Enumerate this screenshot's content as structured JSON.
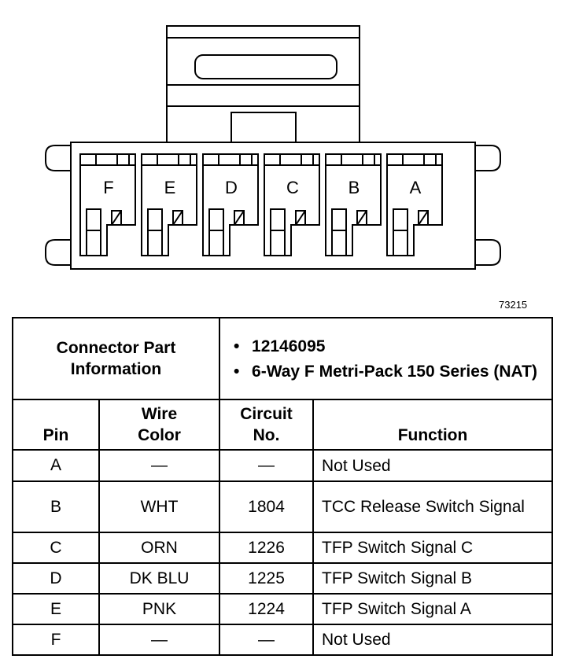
{
  "figure_id": "73215",
  "connector": {
    "cavities": [
      "F",
      "E",
      "D",
      "C",
      "B",
      "A"
    ]
  },
  "table": {
    "part_info_label": "Connector Part Information",
    "part_info_items": [
      "12146095",
      "6-Way F Metri-Pack 150 Series (NAT)"
    ],
    "headers": {
      "pin": "Pin",
      "wire_color": "Wire Color",
      "circuit_no": "Circuit No.",
      "function": "Function"
    },
    "rows": [
      {
        "pin": "A",
        "wire_color": "—",
        "circuit": "—",
        "function": "Not Used"
      },
      {
        "pin": "B",
        "wire_color": "WHT",
        "circuit": "1804",
        "function": "TCC Release Switch Signal"
      },
      {
        "pin": "C",
        "wire_color": "ORN",
        "circuit": "1226",
        "function": "TFP Switch Signal C"
      },
      {
        "pin": "D",
        "wire_color": "DK BLU",
        "circuit": "1225",
        "function": "TFP Switch Signal B"
      },
      {
        "pin": "E",
        "wire_color": "PNK",
        "circuit": "1224",
        "function": "TFP Switch Signal A"
      },
      {
        "pin": "F",
        "wire_color": "—",
        "circuit": "—",
        "function": "Not Used"
      }
    ]
  }
}
